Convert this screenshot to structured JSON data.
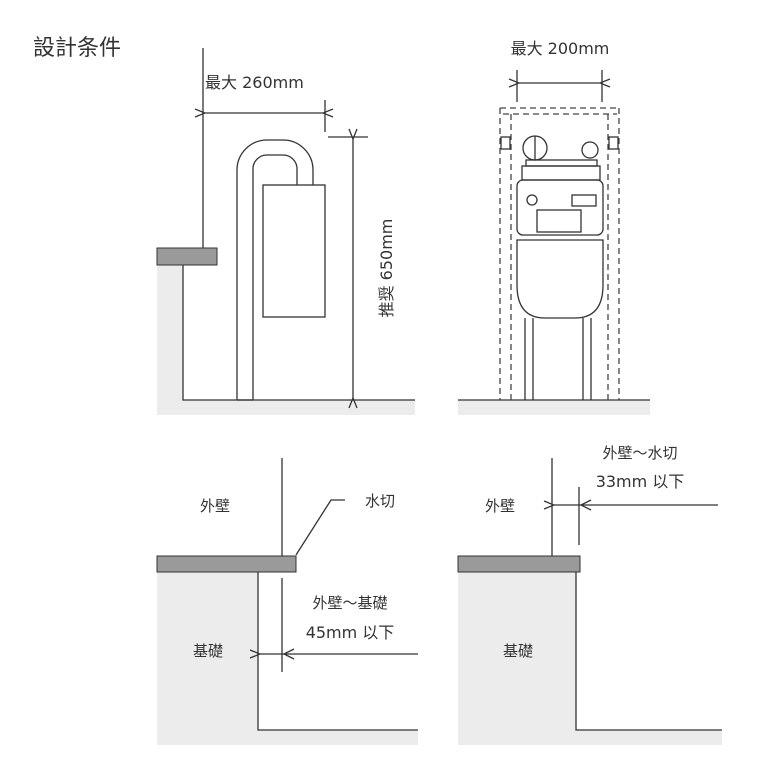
{
  "title": "設計条件",
  "top_left": {
    "width_label": "最大 260mm",
    "height_label": "推奨 650mm"
  },
  "top_right": {
    "width_label": "最大 200mm"
  },
  "bottom_left": {
    "wall_label": "外壁",
    "flashing_label": "水切",
    "dim_label_1": "外壁〜基礎",
    "dim_label_2": "45mm 以下",
    "foundation_label": "基礎"
  },
  "bottom_right": {
    "wall_label": "外壁",
    "dim_label_1": "外壁〜水切",
    "dim_label_2": "33mm 以下",
    "foundation_label": "基礎"
  },
  "colors": {
    "ledge": "#9a9a9a",
    "foundation": "#ececec",
    "line": "#333333"
  }
}
